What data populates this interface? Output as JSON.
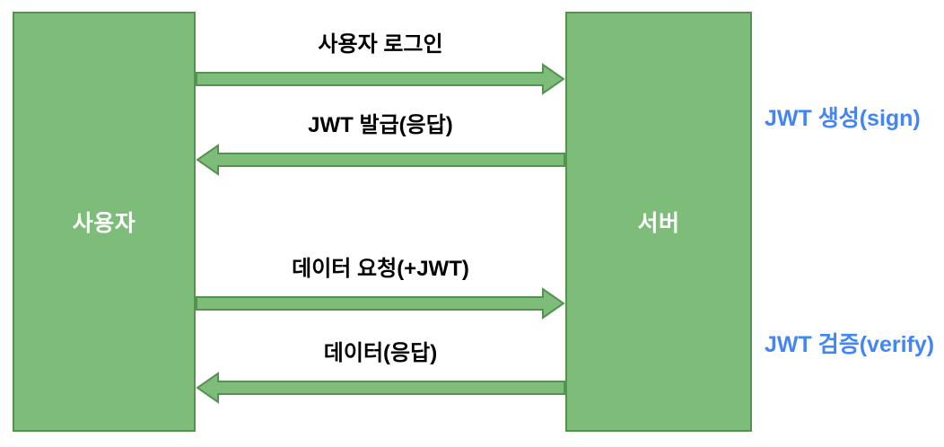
{
  "diagram": {
    "actors": [
      {
        "id": "user",
        "label": "사용자"
      },
      {
        "id": "server",
        "label": "서버"
      }
    ],
    "messages": [
      {
        "from": "user",
        "to": "server",
        "direction": "right",
        "label": "사용자 로그인"
      },
      {
        "from": "server",
        "to": "user",
        "direction": "left",
        "label": "JWT 발급(응답)"
      },
      {
        "from": "user",
        "to": "server",
        "direction": "right",
        "label": "데이터 요청(+JWT)"
      },
      {
        "from": "server",
        "to": "user",
        "direction": "left",
        "label": "데이터(응답)"
      }
    ],
    "annotations": [
      {
        "label": "JWT 생성(sign)"
      },
      {
        "label": "JWT 검증(verify)"
      }
    ],
    "colors": {
      "box_fill": "#7EBD79",
      "box_border": "#55924F",
      "arrow_fill": "#7EBD79",
      "arrow_border": "#55924F",
      "annotation_color": "#4285F4",
      "message_text": "#000000",
      "actor_text": "#FFFFFF",
      "background": "#FFFFFF"
    }
  }
}
